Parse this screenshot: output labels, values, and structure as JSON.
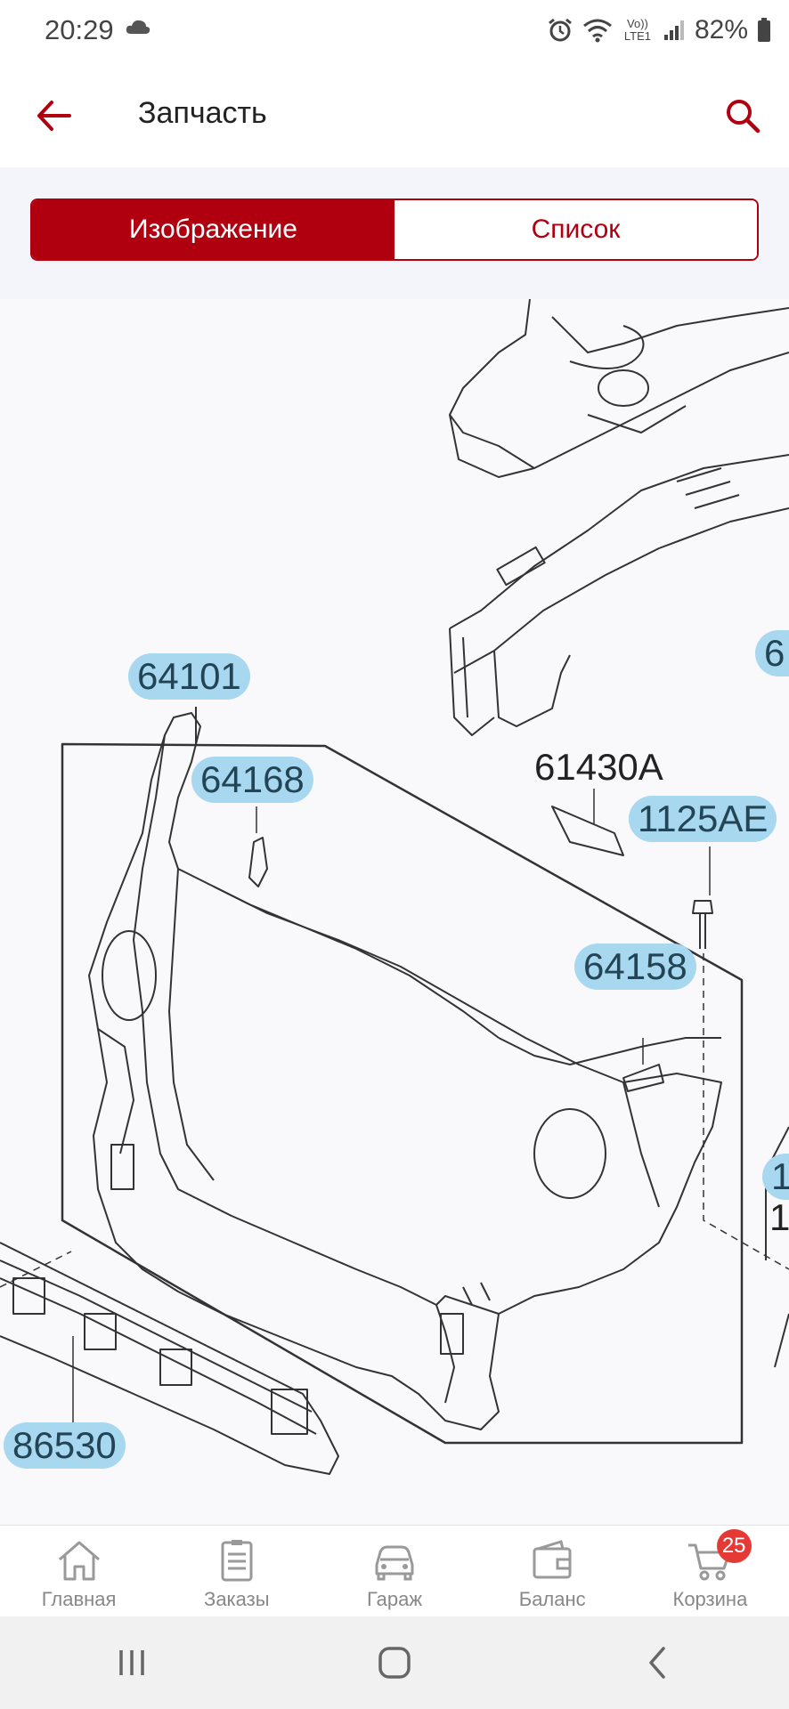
{
  "status_bar": {
    "time": "20:29",
    "network": "Vo)) LTE1",
    "battery": "82%",
    "icons": [
      "cloud-icon",
      "alarm-icon",
      "wifi-icon",
      "signal-icon",
      "battery-icon"
    ]
  },
  "app_bar": {
    "title": "Запчасть",
    "back_icon": "arrow-left-icon",
    "search_icon": "search-icon"
  },
  "tabs": {
    "image_label": "Изображение",
    "list_label": "Список",
    "active": "image"
  },
  "diagram": {
    "callouts": [
      {
        "label": "64101"
      },
      {
        "label": "64168"
      },
      {
        "label": "1125AE"
      },
      {
        "label": "64158"
      },
      {
        "label": "86530"
      },
      {
        "label": "6"
      },
      {
        "label": "1"
      }
    ],
    "plain_labels": [
      {
        "label": "61430A"
      },
      {
        "label": "1"
      }
    ]
  },
  "bottom_nav": {
    "items": [
      {
        "label": "Главная",
        "icon": "home-icon"
      },
      {
        "label": "Заказы",
        "icon": "orders-icon"
      },
      {
        "label": "Гараж",
        "icon": "car-icon"
      },
      {
        "label": "Баланс",
        "icon": "wallet-icon"
      },
      {
        "label": "Корзина",
        "icon": "cart-icon",
        "badge": "25"
      }
    ]
  },
  "colors": {
    "accent": "#b0000f",
    "callout_bg": "#a8d8f0",
    "badge": "#e53935"
  }
}
